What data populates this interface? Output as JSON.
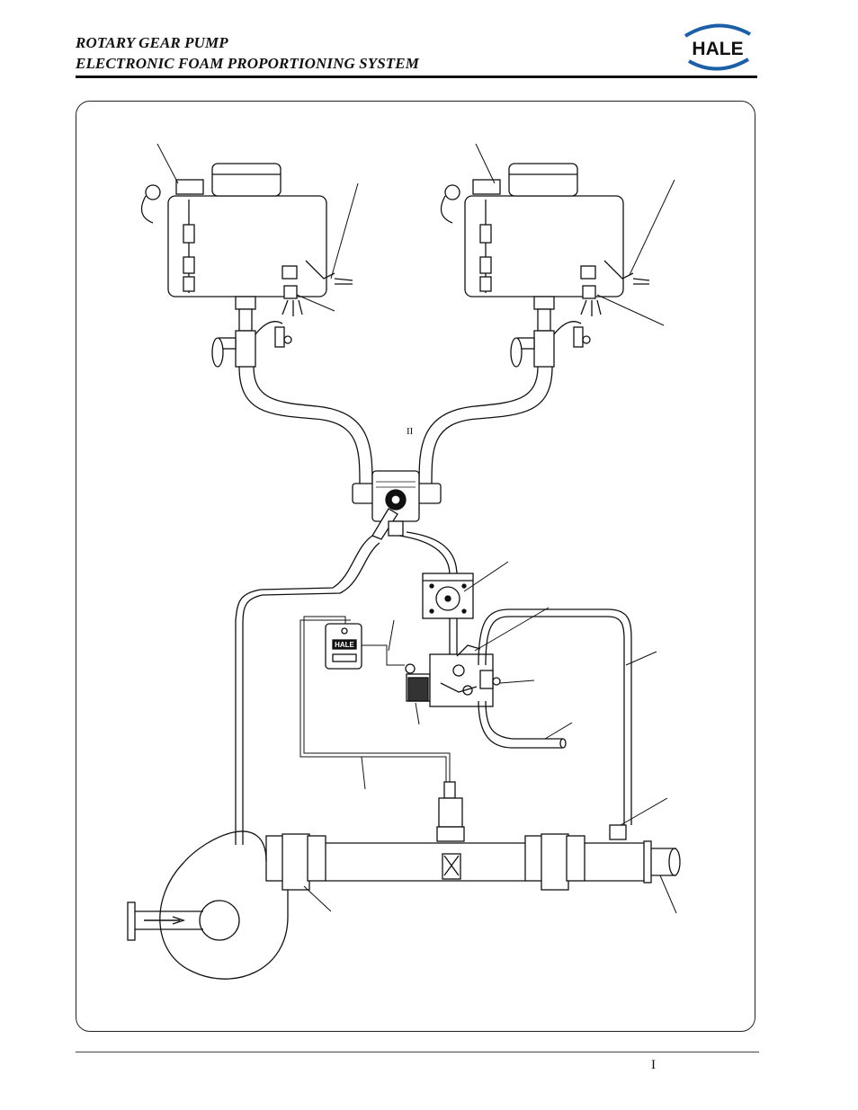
{
  "header": {
    "title_line1": "ROTARY GEAR PUMP",
    "title_line2": "ELECTRONIC FOAM PROPORTIONING SYSTEM"
  },
  "logo": {
    "text": "HALE",
    "color": "#1a5fa8"
  },
  "diagram": {
    "center_label": "II",
    "display_text": "HALE"
  },
  "footer": {
    "page_number": "I"
  }
}
